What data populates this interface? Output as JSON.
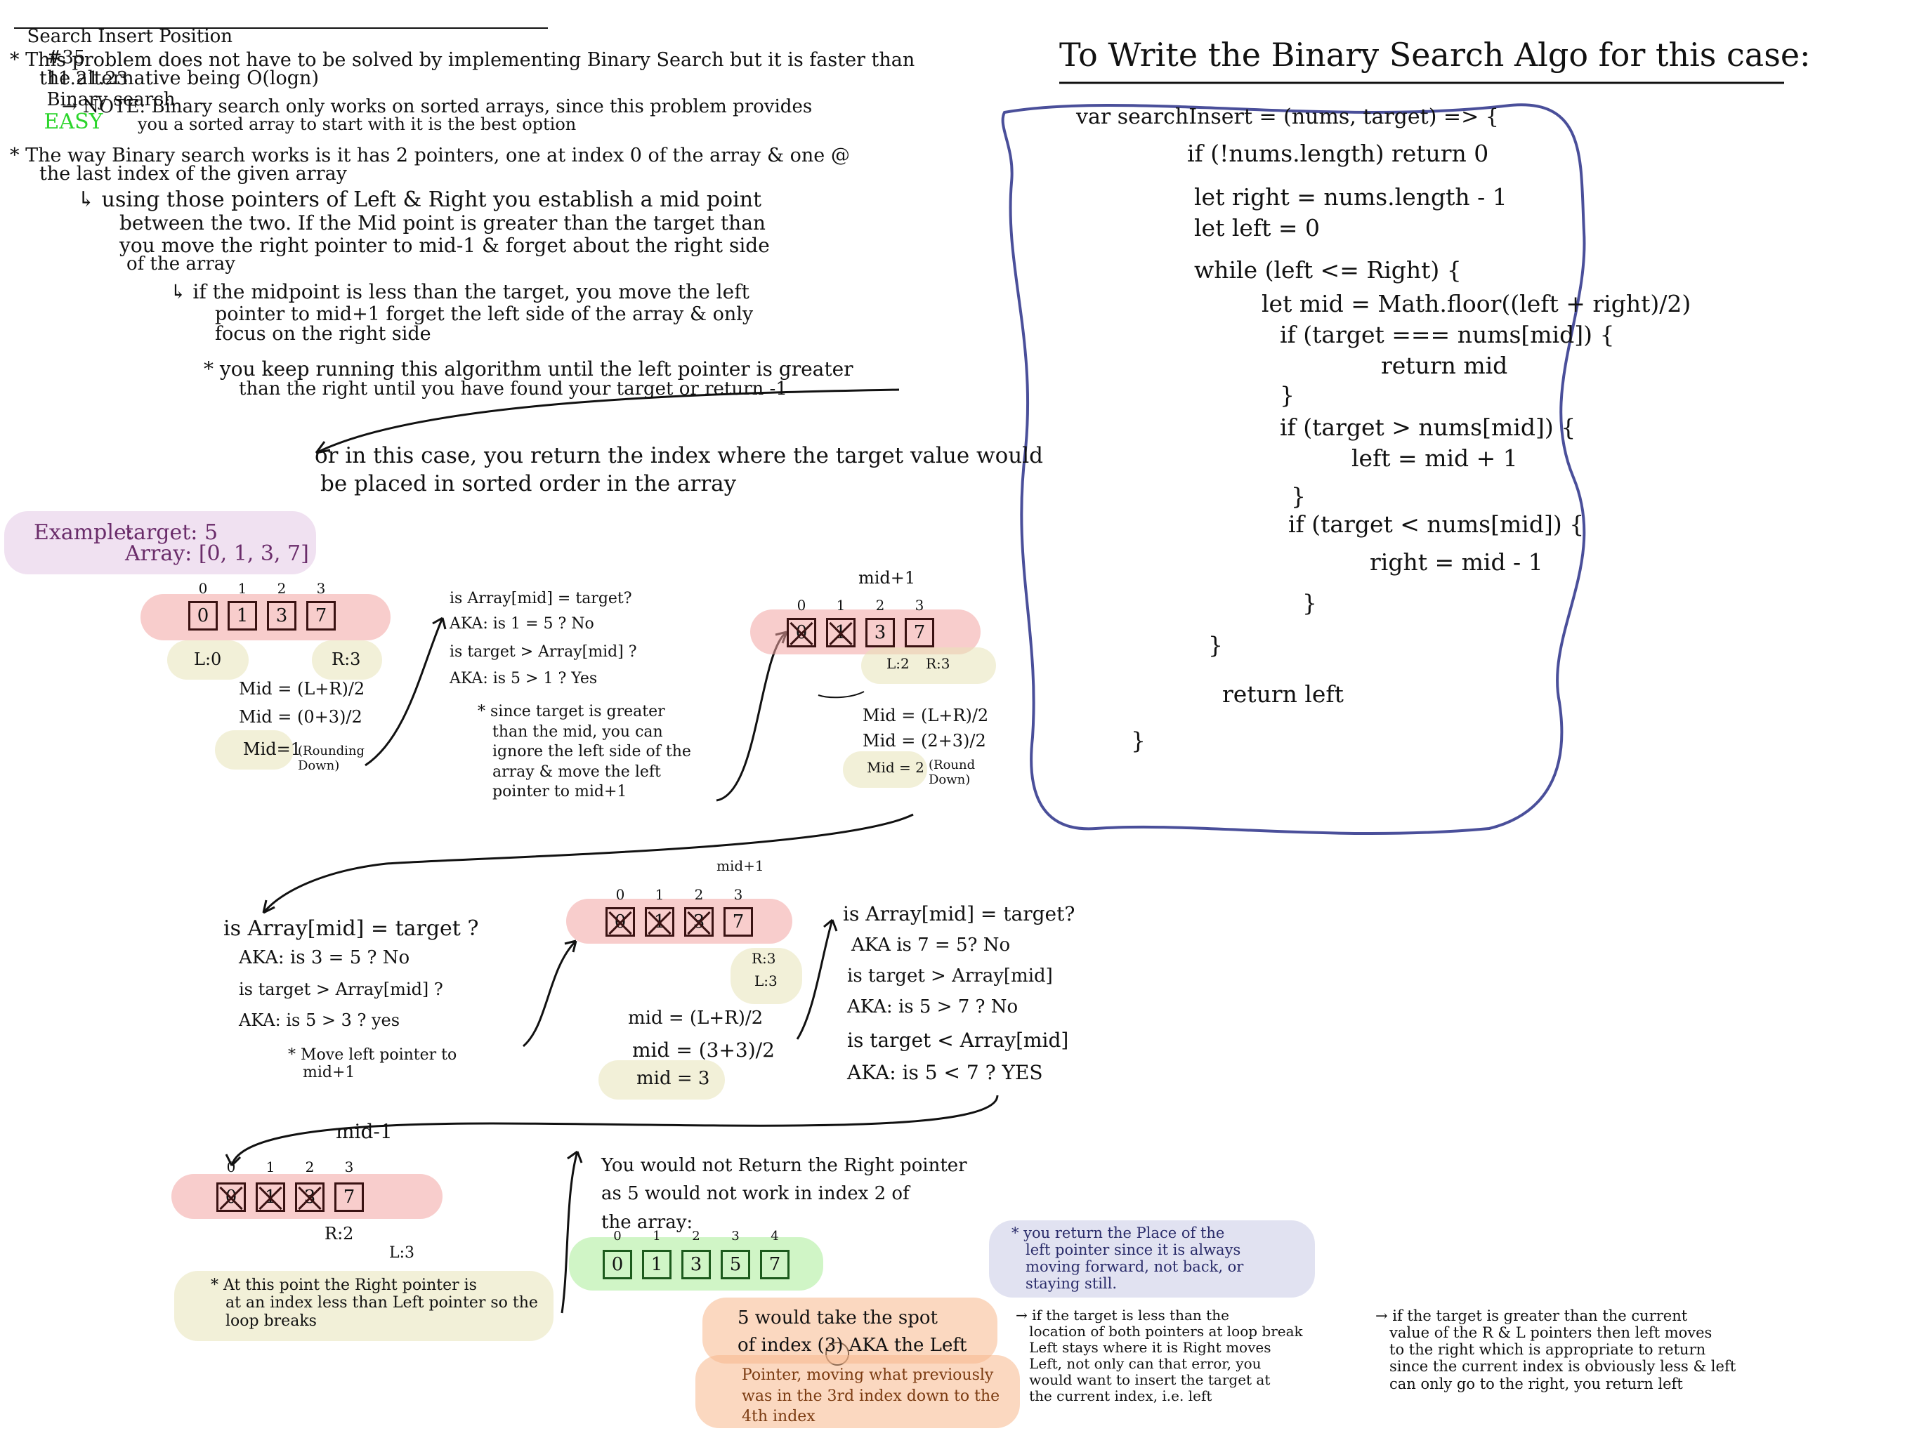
{
  "header": {
    "title": "Search Insert Position",
    "number": "#35",
    "date": "11.21.23",
    "topic": "Binary search",
    "difficulty": "EASY",
    "difficulty_color": "#2bd52b"
  },
  "notes": {
    "line1a": "* This problem does not have to be solved by implementing Binary Search but it is faster than",
    "line1b": "the alternative being O(logn)",
    "line2a": "→ NOTE: Binary search only works on sorted arrays, since this problem provides",
    "line2b": "you a sorted array to start with it is the best option",
    "line3a": "* The way Binary search works is it has 2 pointers, one at index 0 of the array & one @",
    "line3b": "the last index of the given array",
    "line4a": "↳ using those pointers of Left & Right you establish a mid point",
    "line4b": "between the two. If the Mid point is greater than the target than",
    "line4c": "you move the right pointer to mid-1 & forget about the right side",
    "line4d": "of the array",
    "line5a": "↳ if the midpoint is less than the target, you move the left",
    "line5b": "pointer to mid+1 forget the left side of the array & only",
    "line5c": "focus on the right side",
    "line6a": "* you keep running this algorithm until the left pointer is greater",
    "line6b": "than the right until you have found your target or return -1",
    "line7a": "or in this case, you return the index where the target value would",
    "line7b": "be placed in sorted order in the array"
  },
  "code_title": "To Write the Binary Search Algo for this case:",
  "code_lines": [
    "var searchInsert = (nums, target) => {",
    "if (!nums.length) return 0",
    "let right = nums.length - 1",
    "let left = 0",
    "while (left <= Right) {",
    "let mid = Math.floor((left + right)/2)",
    "if (target === nums[mid]) {",
    "return mid",
    "}",
    "if (target > nums[mid]) {",
    "left = mid + 1",
    "}",
    "if (target < nums[mid]) {",
    "right = mid - 1",
    "}",
    "}",
    "return left",
    "}"
  ],
  "example": {
    "label": "Example:",
    "target": "target: 5",
    "array": "Array: [0, 1, 3, 7]"
  },
  "step1": {
    "indices": [
      "0",
      "1",
      "2",
      "3"
    ],
    "cells": [
      "0",
      "1",
      "3",
      "7"
    ],
    "left": "L:0",
    "right": "R:3",
    "mid_formula1": "Mid = (L+R)/2",
    "mid_formula2": "Mid = (0+3)/2",
    "mid_result": "Mid=1",
    "rounding": "(Rounding Down)",
    "q1": "is Array[mid] = target?",
    "a1": "AKA: is 1 = 5 ? No",
    "q2": "is target > Array[mid] ?",
    "a2": "AKA: is 5 > 1 ? Yes",
    "note": "* since target is greater\n   than the mid, you can\n   ignore the left side of the\n   array & move the left\n   pointer to mid+1"
  },
  "step2": {
    "midlabel": "mid+1",
    "indices": [
      "0",
      "1",
      "2",
      "3"
    ],
    "cells": [
      "0",
      "1",
      "3",
      "7"
    ],
    "left": "L:2",
    "right": "R:3",
    "mid_formula1": "Mid = (L+R)/2",
    "mid_formula2": "Mid = (2+3)/2",
    "mid_result": "Mid = 2",
    "rounding": "(Round Down)"
  },
  "step3": {
    "q1": "is Array[mid] = target ?",
    "a1": "AKA: is 3 = 5 ? No",
    "q2": "is target > Array[mid] ?",
    "a2": "AKA: is 5 > 3 ? yes",
    "note": "* Move left pointer to\n   mid+1",
    "midlabel": "mid+1",
    "indices": [
      "0",
      "1",
      "2",
      "3"
    ],
    "cells": [
      "0",
      "1",
      "3",
      "7"
    ],
    "right": "R:3",
    "left": "L:3",
    "mid_formula1": "mid = (L+R)/2",
    "mid_formula2": "mid = (3+3)/2",
    "mid_result": "mid = 3",
    "q3": "is Array[mid] = target?",
    "a3": "AKA is 7 = 5? No",
    "q4": "is target > Array[mid]",
    "a4": "AKA: is 5 > 7 ? No",
    "q5": "is target < Array[mid]",
    "a5": "AKA: is 5 < 7 ? YES"
  },
  "step4": {
    "midlabel": "mid-1",
    "indices": [
      "0",
      "1",
      "2",
      "3"
    ],
    "cells": [
      "0",
      "1",
      "3",
      "7"
    ],
    "right": "R:2",
    "left": "L:3",
    "note": "* At this point the Right pointer is\n   at an index less than Left pointer so the\n   loop breaks"
  },
  "final": {
    "text": "You would not Return the Right pointer\nas 5 would not work in index 2 of\nthe array:",
    "indices": [
      "0",
      "1",
      "2",
      "3",
      "4"
    ],
    "cells": [
      "0",
      "1",
      "3",
      "5",
      "7"
    ],
    "orange1": "5 would take the spot\nof index (3) AKA the Left",
    "orange2": "Pointer, moving what previously\nwas in the 3rd index down to the\n4th index"
  },
  "bottom": {
    "lav": "* you return the Place of the\n   left pointer since it is always\n   moving forward, not back, or\n   staying still.",
    "note1": "→ if the target is less than the\n   location of both pointers at loop break\n   Left stays where it is Right moves\n   Left, not only can that error, you\n   would want to insert the target at\n   the current index, i.e. left",
    "note2": "→ if the target is greater than the current\n   value of the R & L pointers then left moves\n   to the right which is appropriate to return\n   since the current index is obviously less & left\n   can only go to the right, you return left"
  },
  "colors": {
    "ink": "#111111",
    "code_border": "#4a4f9a",
    "highlight_pink": "#f3a4a2",
    "highlight_olive": "#e8e4b8",
    "highlight_purple": "#e4c9e6",
    "highlight_green": "#a9ec97",
    "highlight_orange": "#f8b88c",
    "highlight_lavender": "#c9cbe6"
  }
}
